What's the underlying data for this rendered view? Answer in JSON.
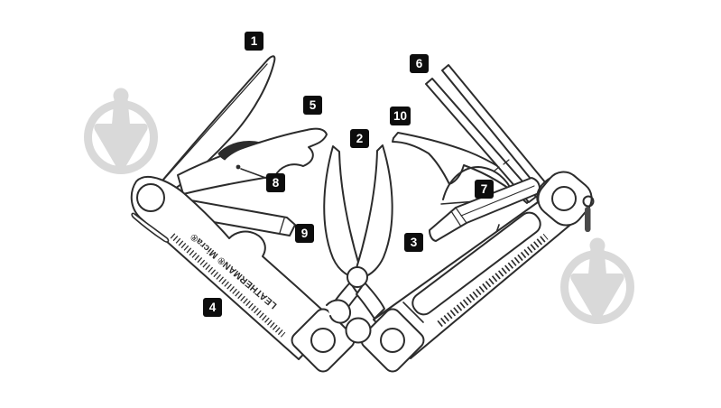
{
  "figure": {
    "brand_text": "LEATHERMAN® Micra®",
    "callouts": [
      {
        "number": "1"
      },
      {
        "number": "2"
      },
      {
        "number": "3"
      },
      {
        "number": "4"
      },
      {
        "number": "5"
      },
      {
        "number": "6"
      },
      {
        "number": "7"
      },
      {
        "number": "8"
      },
      {
        "number": "9"
      },
      {
        "number": "10"
      }
    ]
  },
  "watermark": {
    "icon": "trowel-in-circle-icon",
    "color": "#d9d9d9"
  },
  "colors": {
    "background": "#ffffff",
    "line_art": "#2c2c2c",
    "callout_bg": "#0d0d0d",
    "callout_text": "#ffffff",
    "lanyard_pin": "#4a4a4a"
  }
}
